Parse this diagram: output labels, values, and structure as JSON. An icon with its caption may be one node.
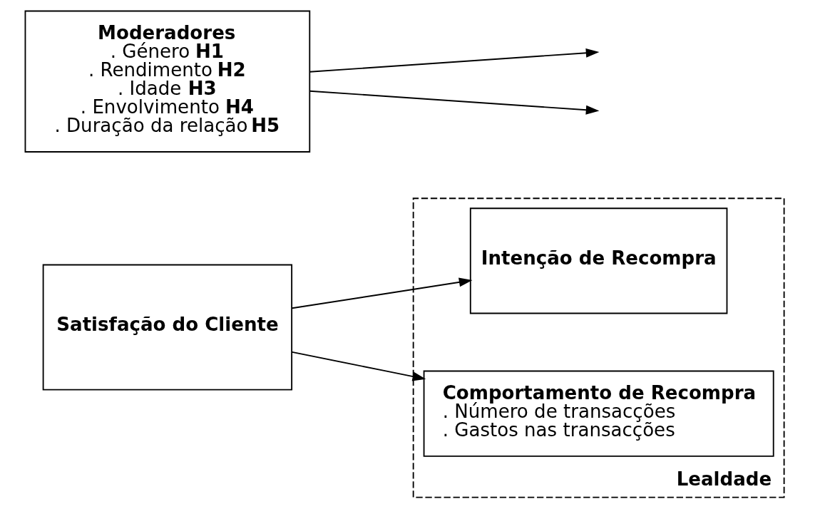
{
  "diagram": {
    "nodes": [
      {
        "text": [
          "Satisfação do Cliente"
        ]
      },
      {
        "text": [
          "Lealdade"
        ]
      },
      {
        "text": [
          "Intenção de Recompra"
        ],
        "in": 1
      },
      {
        "text": [
          "Comportamento de Recompra",
          ". Número de transacções",
          ". Gastos nas transacções"
        ],
        "in": 1
      },
      {
        "text": [
          "Moderadores",
          ". Género **H1**",
          ". Rendimento **H2**",
          ". Idade **H3**",
          ". Envolvimento **H4**",
          ". Duração da relação **H5**"
        ]
      }
    ],
    "edges": [
      {
        "from": 0,
        "to": 2,
        "arrow": "to"
      },
      {
        "from": 0,
        "to": 3,
        "arrow": "to"
      },
      {
        "from": 4,
        "to": null,
        "arrow": "to"
      },
      {
        "from": 4,
        "to": null,
        "arrow": "to"
      }
    ]
  }
}
